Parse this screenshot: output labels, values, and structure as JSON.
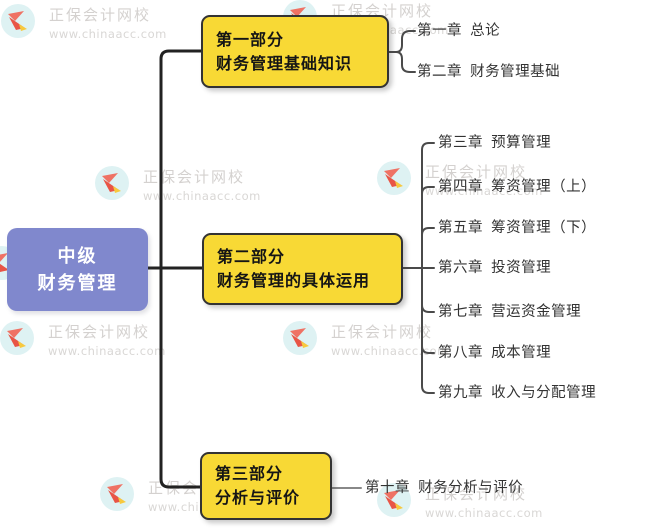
{
  "watermark": {
    "brand": "正保会计网校",
    "url": "www.chinaacc.com"
  },
  "root": {
    "line1": "中级",
    "line2": "财务管理"
  },
  "parts": [
    {
      "line1": "第一部分",
      "line2": "财务管理基础知识"
    },
    {
      "line1": "第二部分",
      "line2": "财务管理的具体运用"
    },
    {
      "line1": "第三部分",
      "line2": "分析与评价"
    }
  ],
  "chapters": [
    {
      "label": "第一章 总论"
    },
    {
      "label": "第二章 财务管理基础"
    },
    {
      "label": "第三章 预算管理"
    },
    {
      "label": "第四章 筹资管理（上）"
    },
    {
      "label": "第五章 筹资管理（下）"
    },
    {
      "label": "第六章 投资管理"
    },
    {
      "label": "第七章 营运资金管理"
    },
    {
      "label": "第八章 成本管理"
    },
    {
      "label": "第九章 收入与分配管理"
    },
    {
      "label": "第十章 财务分析与评价"
    }
  ],
  "colors": {
    "root-fill": "#8088cd",
    "root-text": "#ffffff",
    "part-fill": "#f8d935",
    "part-border": "#333333",
    "part-text": "#151515",
    "trunk-line": "#222222",
    "branch-line": "#4a4a4a",
    "leaf-line": "#888888",
    "chapter-text": "#333333",
    "wm-circle": "#def2f3",
    "wm-red": "#e85546",
    "wm-red-light": "#ef7264",
    "wm-yellow": "#f7c93e",
    "wm-text": "#d4d1cf",
    "wm-url": "#d9d7d5"
  }
}
